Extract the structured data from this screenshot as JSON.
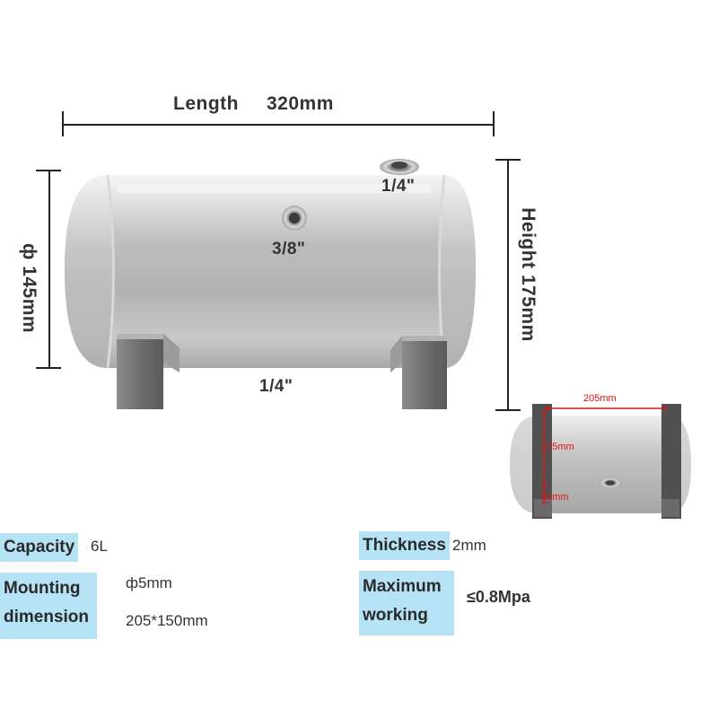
{
  "dimensions": {
    "length_label": "Length",
    "length_value": "320mm",
    "diameter": "ф 145mm",
    "height": "Height 175mm",
    "port_top": "1/4\"",
    "port_side": "3/8\"",
    "port_bottom": "1/4\""
  },
  "inset": {
    "width_label": "205mm",
    "mid_label": "125mm",
    "bottom_label": "20mm"
  },
  "specs": {
    "capacity_label": "Capacity",
    "capacity_value": "6L",
    "mounting_label_line1": "Mounting",
    "mounting_label_line2": "dimension",
    "mounting_value_line1": "ф5mm",
    "mounting_value_line2": "205*150mm",
    "thickness_label": "Thickness",
    "thickness_value": "2mm",
    "max_label_line1": "Maximum",
    "max_label_line2": "working",
    "max_value": "≤0.8Mpa"
  },
  "colors": {
    "label_bg": "#b5e2f5",
    "inset_marker": "#e01515",
    "tank_metal": "#c8c8c8"
  },
  "icons": [
    "air-tank-image",
    "air-tank-inset-image"
  ]
}
